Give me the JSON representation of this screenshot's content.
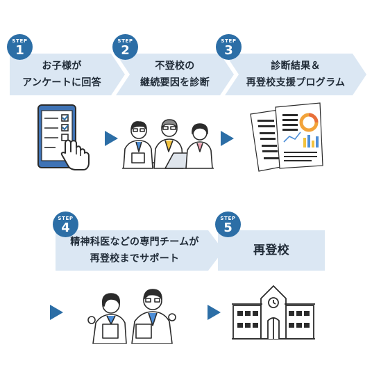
{
  "steps": [
    {
      "step_label": "STEP",
      "number": "1",
      "line1": "お子様が",
      "line2": "アンケートに回答"
    },
    {
      "step_label": "STEP",
      "number": "2",
      "line1": "不登校の",
      "line2": "継続要因を診断"
    },
    {
      "step_label": "STEP",
      "number": "3",
      "line1": "診断結果＆",
      "line2": "再登校支援プログラム"
    },
    {
      "step_label": "STEP",
      "number": "4",
      "line1": "精神科医などの専門チームが",
      "line2": "再登校までサポート"
    },
    {
      "step_label": "STEP",
      "number": "5",
      "line1": "再登校"
    }
  ],
  "colors": {
    "banner_fill": "#dbe7f3",
    "badge": "#2c6ea6",
    "arrow": "#2c6ea6",
    "line_art": "#2b2b2b",
    "chart_orange": "#f2a33a",
    "chart_blue": "#4c8ed8",
    "chart_yellow": "#f2c23e"
  },
  "icons": {
    "survey": "tablet-survey-icon",
    "diagnosis": "doctors-meeting-icon",
    "report": "diagnosis-report-icon",
    "support": "doctors-support-icon",
    "school": "school-building-icon"
  }
}
